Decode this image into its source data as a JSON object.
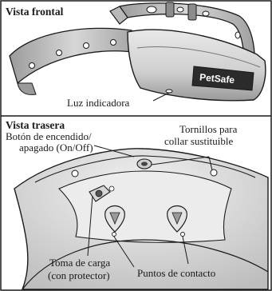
{
  "sections": {
    "front": {
      "title": "Vista frontal",
      "labels": {
        "indicator_light": "Luz indicadora"
      },
      "brand_logo": "PetSafe"
    },
    "back": {
      "title": "Vista trasera",
      "labels": {
        "power_button_line1": "Botón de encendido/",
        "power_button_line2": "apagado (On/Off)",
        "screws_line1": "Tornillos para",
        "screws_line2": "collar sustituible",
        "charging_line1": "Toma de carga",
        "charging_line2": "(con protector)",
        "contact_points": "Puntos de contacto"
      }
    }
  },
  "colors": {
    "collar_body": "#d9d9d9",
    "collar_shadow": "#a8a8a8",
    "outline": "#1a1a1a",
    "logo_badge": "#2b2b2b"
  }
}
